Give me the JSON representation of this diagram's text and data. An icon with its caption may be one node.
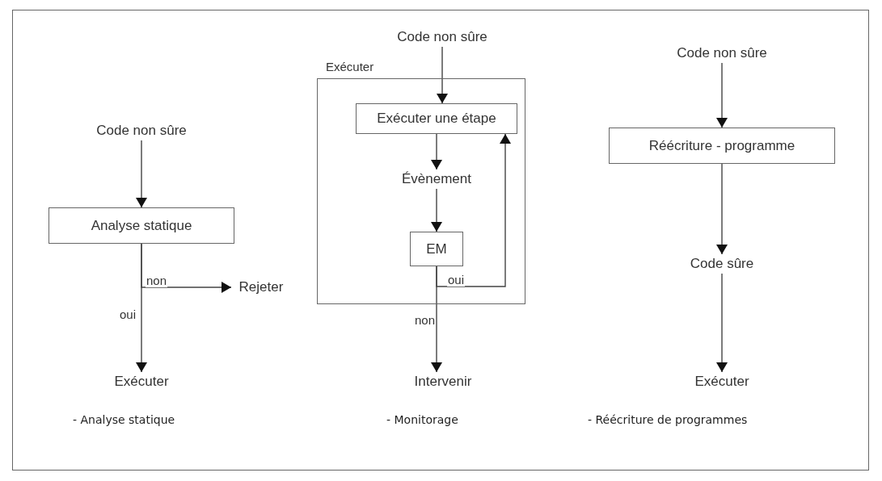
{
  "diagram": {
    "nodes": [
      {
        "text": [
          "Code non sûre"
        ]
      },
      {
        "text": [
          "Analyse statique"
        ]
      },
      {
        "text": [
          "Rejeter"
        ]
      },
      {
        "text": [
          "Exécuter"
        ]
      },
      {
        "text": [
          "Code non sûre"
        ]
      },
      {
        "text": [
          "Exécuter"
        ]
      },
      {
        "text": [
          "Exécuter une étape"
        ],
        "in": 5
      },
      {
        "text": [
          "Évènement"
        ],
        "in": 5
      },
      {
        "text": [
          "EM"
        ],
        "in": 5
      },
      {
        "text": [
          "Intervenir"
        ]
      },
      {
        "text": [
          "Code non sûre"
        ]
      },
      {
        "text": [
          "Réécriture - programme"
        ]
      },
      {
        "text": [
          "Code sûre"
        ]
      },
      {
        "text": [
          "Exécuter"
        ]
      }
    ],
    "edges": [
      {
        "from": 0,
        "to": 1,
        "arrow": "to"
      },
      {
        "from": 1,
        "to": 2,
        "arrow": "to",
        "label": "non"
      },
      {
        "from": 1,
        "to": 3,
        "arrow": "to",
        "label": "oui"
      },
      {
        "from": 4,
        "to": 6,
        "arrow": "to"
      },
      {
        "from": 6,
        "to": 7,
        "arrow": "to"
      },
      {
        "from": 7,
        "to": 8,
        "arrow": "to"
      },
      {
        "from": 8,
        "to": 6,
        "arrow": "to",
        "label": "oui"
      },
      {
        "from": 8,
        "to": 9,
        "arrow": "to",
        "label": "non"
      },
      {
        "from": 10,
        "to": 11,
        "arrow": "to"
      },
      {
        "from": 11,
        "to": 12,
        "arrow": "to"
      },
      {
        "from": 12,
        "to": 13,
        "arrow": "to"
      }
    ],
    "labels": [
      "- Analyse statique",
      "- Monitorage",
      "- Réécriture de programmes"
    ]
  }
}
